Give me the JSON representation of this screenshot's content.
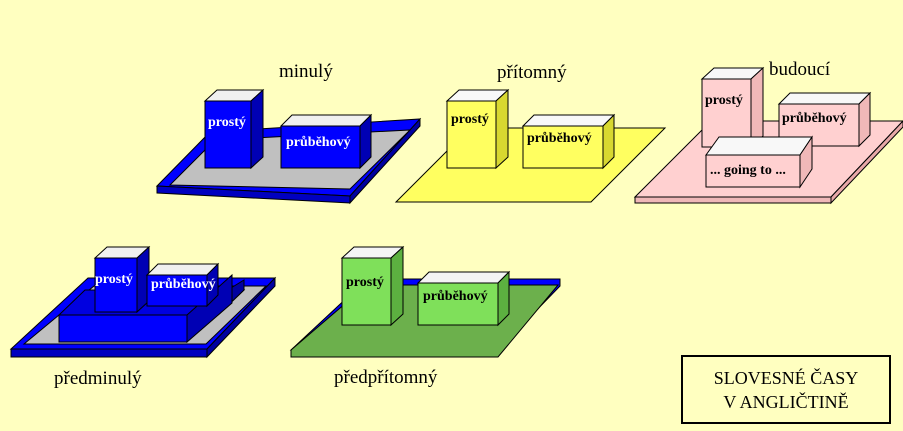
{
  "title": {
    "line1": "SLOVESNÉ ČASY",
    "line2": "V ANGLIČTINĚ"
  },
  "groups": {
    "minuly": {
      "label": "minulý",
      "prosty": "prostý",
      "prubehovy": "průběhový"
    },
    "pritomny": {
      "label": "přítomný",
      "prosty": "prostý",
      "prubehovy": "průběhový"
    },
    "budouci": {
      "label": "budoucí",
      "prosty": "prostý",
      "prubehovy": "průběhový",
      "going_to": "... going to ..."
    },
    "predminuly": {
      "label": "předminulý",
      "prosty": "prostý",
      "prubehovy": "průběhový"
    },
    "predpritomny": {
      "label": "předpřítomný",
      "prosty": "prostý",
      "prubehovy": "průběhový"
    }
  },
  "colors": {
    "background": "#FFFFC0",
    "blue": "#0000FF",
    "blue_dark": "#0000B4",
    "gray_platform": "#C0C0C0",
    "yellow": "#FFFF60",
    "pink": "#FFD0D0",
    "green": "#7FE05A",
    "green_platform": "#6CB04C"
  }
}
